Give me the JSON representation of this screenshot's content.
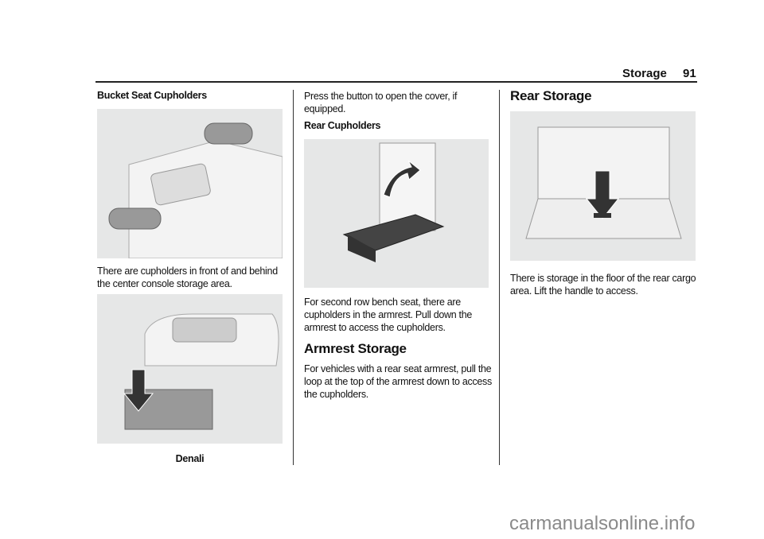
{
  "header": {
    "section": "Storage",
    "page_number": "91"
  },
  "col1": {
    "subheading": "Bucket Seat Cupholders",
    "paragraph": "There are cupholders in front of and behind the center console storage area.",
    "caption": "Denali"
  },
  "col2": {
    "paragraph1": "Press the button to open the cover, if equipped.",
    "subheading": "Rear Cupholders",
    "paragraph2": "For second row bench seat, there are cupholders in the armrest. Pull down the armrest to access the cupholders.",
    "heading": "Armrest Storage",
    "paragraph3": "For vehicles with a rear seat armrest, pull the loop at the top of the armrest down to access the cupholders."
  },
  "col3": {
    "heading": "Rear Storage",
    "paragraph": "There is storage in the floor of the rear cargo area. Lift the handle to access."
  },
  "watermark": "carmanualsonline.info"
}
